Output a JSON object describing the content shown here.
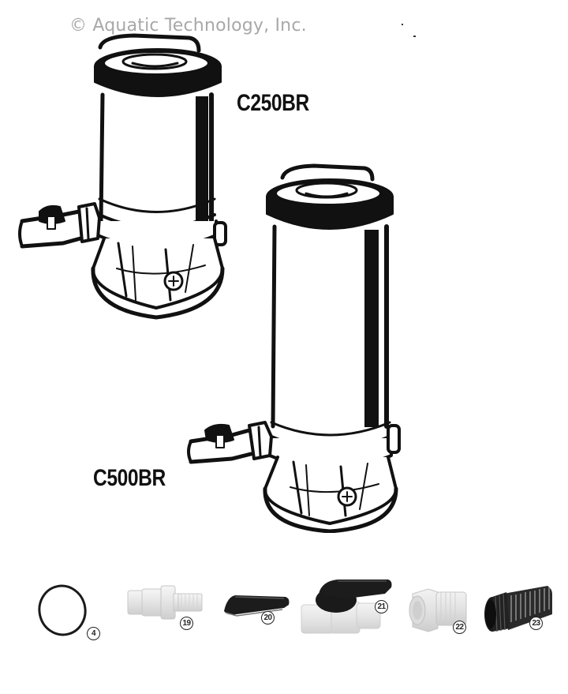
{
  "header": {
    "copyright": "© Aquatic Technology, Inc."
  },
  "products": [
    {
      "model": "C250BR",
      "description": "Chlorinator (smaller unit)"
    },
    {
      "model": "C500BR",
      "description": "Chlorinator (larger unit)"
    }
  ],
  "parts": [
    {
      "number": "4",
      "icon": "o-ring-icon"
    },
    {
      "number": "19",
      "icon": "union-fitting-icon"
    },
    {
      "number": "20",
      "icon": "valve-handle-icon"
    },
    {
      "number": "21",
      "icon": "ball-valve-icon"
    },
    {
      "number": "22",
      "icon": "reducer-bushing-icon"
    },
    {
      "number": "23",
      "icon": "strainer-icon"
    }
  ],
  "colors": {
    "ink": "#111111",
    "copyright_gray": "#a8a8a8",
    "pvc_white": "#eeeeee",
    "handle_black": "#1a1a1a"
  }
}
